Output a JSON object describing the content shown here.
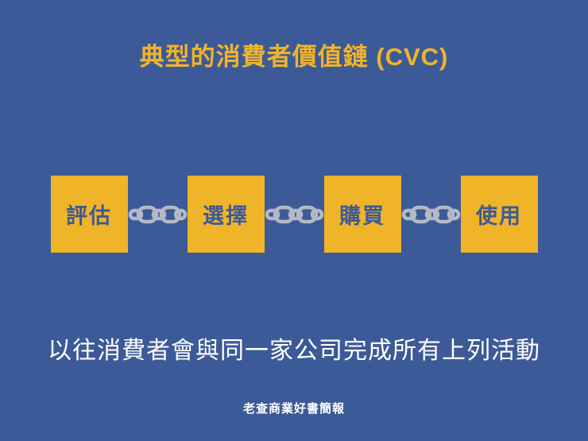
{
  "slide": {
    "title": "典型的消費者價值鏈 (CVC)",
    "steps": [
      {
        "label": "評估"
      },
      {
        "label": "選擇"
      },
      {
        "label": "購買"
      },
      {
        "label": "使用"
      }
    ],
    "caption": "以往消費者會與同一家公司完成所有上列活動",
    "footer": "老查商業好書簡報",
    "icons": [
      {
        "name": "chain-link-icon",
        "meaning": "chain links connecting the four steps"
      }
    ],
    "colors": {
      "background": "#3D5A98",
      "accent_yellow": "#F0B429",
      "box_text": "#3D5A98",
      "chain_gray": "#B3BAC5",
      "text_white": "#FFFFFF"
    }
  }
}
